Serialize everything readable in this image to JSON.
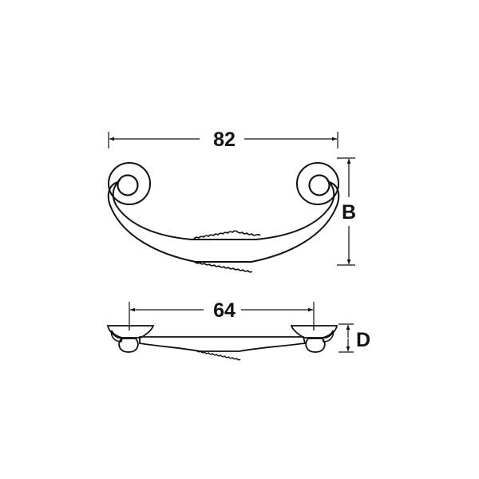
{
  "drawing": {
    "subject": "drawer handle technical drawing",
    "stroke_color": "#111111",
    "background": "#ffffff"
  },
  "front_view": {
    "width_dimension": {
      "label": "82"
    },
    "height_dimension": {
      "label": "B"
    }
  },
  "side_view": {
    "center_distance_dimension": {
      "label": "64"
    },
    "depth_dimension": {
      "label": "D"
    }
  }
}
